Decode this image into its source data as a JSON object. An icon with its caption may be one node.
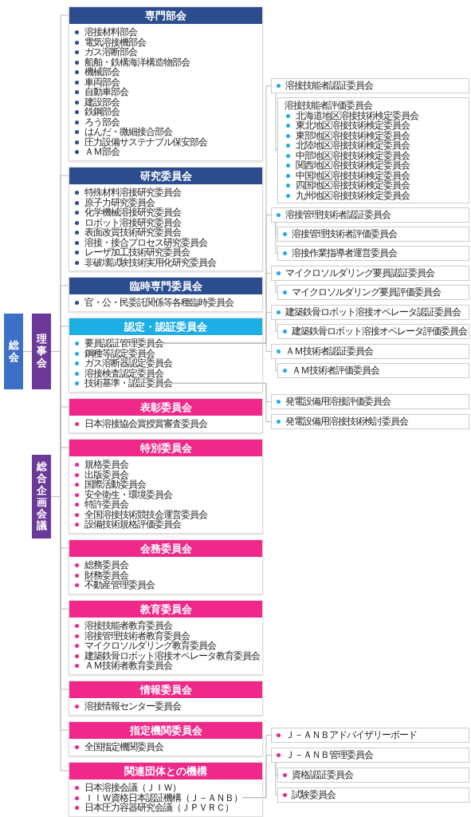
{
  "diagram": {
    "nodes": [
      {
        "text": [
          "総会"
        ]
      },
      {
        "text": [
          "理事会"
        ]
      },
      {
        "text": [
          "総合企画会議"
        ]
      },
      {
        "text": [
          "専門部会",
          "溶接材料部会",
          "電気溶接機部会",
          "ガス溶断部会",
          "船舶・鉄構海洋構造物部会",
          "機械部会",
          "車両部会",
          "自動車部会",
          "建設部会",
          "鉄鋼部会",
          "ろう部会",
          "はんだ・微細接合部会",
          "圧力設備サステナブル保安部会",
          "ＡＭ部会"
        ]
      },
      {
        "text": [
          "研究委員会",
          "特殊材料溶接研究委員会",
          "原子力研究委員会",
          "化学機械溶接研究委員会",
          "ロボット溶接研究委員会",
          "表面改質技術研究委員会",
          "溶接・接合プロセス研究委員会",
          "レーザ加工技術研究委員会",
          "非破壊試験技術実用化研究委員会"
        ]
      },
      {
        "text": [
          "臨時専門委員会",
          "官・公・民委託関係等各種臨時委員会"
        ]
      },
      {
        "text": [
          "認定・認証委員会"
        ]
      },
      {
        "text": [
          "要員認証管理委員会"
        ],
        "in": 6
      },
      {
        "text": [
          "鋼種等認定委員会"
        ],
        "in": 6
      },
      {
        "text": [
          "ガス溶断器認定委員会"
        ],
        "in": 6
      },
      {
        "text": [
          "溶接検査認定委員会"
        ],
        "in": 6
      },
      {
        "text": [
          "技術基準・認証委員会"
        ],
        "in": 6
      },
      {
        "text": [
          "表彰委員会",
          "日本溶接協会賞授賞審査委員会"
        ]
      },
      {
        "text": [
          "特別委員会",
          "規格委員会",
          "出版委員会",
          "国際活動委員会",
          "安全衛生・環境委員会",
          "特許委員会",
          "全国溶接技術競技会運営委員会",
          "設備技術規格評価委員会"
        ]
      },
      {
        "text": [
          "会務委員会",
          "総務委員会",
          "財務委員会",
          "不動産管理委員会"
        ]
      },
      {
        "text": [
          "教育委員会",
          "溶接技能者教育委員会",
          "溶接管理技術者教育委員会",
          "マイクロソルダリング教育委員会",
          "建築鉄骨ロボット溶接オペレータ教育委員会",
          "ＡＭ技術者教育委員会"
        ]
      },
      {
        "text": [
          "情報委員会",
          "溶接情報センター委員会"
        ]
      },
      {
        "text": [
          "指定機関委員会",
          "全国指定機関委員会"
        ]
      },
      {
        "text": [
          "関連団体との機構"
        ]
      },
      {
        "text": [
          "日本溶接会議（ＪＩＷ）"
        ],
        "in": 18
      },
      {
        "text": [
          "ＩＩＷ資格日本認証機構（Ｊ－ＡＮＢ）"
        ],
        "in": 18
      },
      {
        "text": [
          "日本圧力容器研究会議（ＪＰＶＲＣ）"
        ],
        "in": 18
      },
      {
        "text": [
          "溶接技能者認証委員会"
        ]
      },
      {
        "text": [
          "溶接技能者評価委員会",
          "北海道地区溶接技術検定委員会",
          "東北地区溶接技術検定委員会",
          "東部地区溶接技術検定委員会",
          "北陸地区溶接技術検定委員会",
          "中部地区溶接技術検定委員会",
          "関西地区溶接技術検定委員会",
          "中国地区溶接技術検定委員会",
          "四国地区溶接技術検定委員会",
          "九州地区溶接技術検定委員会"
        ]
      },
      {
        "text": [
          "溶接管理技術者認証委員会"
        ]
      },
      {
        "text": [
          "溶接管理技術者評価委員会"
        ]
      },
      {
        "text": [
          "溶接作業指導者運営委員会"
        ]
      },
      {
        "text": [
          "マイクロソルダリング要員認証委員会"
        ]
      },
      {
        "text": [
          "マイクロソルダリング要員評価委員会"
        ]
      },
      {
        "text": [
          "建築鉄骨ロボット溶接オペレータ認証委員会"
        ]
      },
      {
        "text": [
          "建築鉄骨ロボット溶接オペレータ評価委員会"
        ]
      },
      {
        "text": [
          "ＡＭ技術者認証委員会"
        ]
      },
      {
        "text": [
          "ＡＭ技術者評価委員会"
        ]
      },
      {
        "text": [
          "発電設備用溶接評価委員会"
        ]
      },
      {
        "text": [
          "発電設備用溶接技術検討委員会"
        ]
      },
      {
        "text": [
          "Ｊ－ＡＮＢアドバイザリーボード"
        ]
      },
      {
        "text": [
          "Ｊ－ＡＮＢ管理委員会"
        ]
      },
      {
        "text": [
          "資格認証委員会"
        ]
      },
      {
        "text": [
          "試験委員会"
        ]
      }
    ],
    "edges": [
      {
        "from": 0,
        "to": 1,
        "arrow": "none"
      },
      {
        "from": 1,
        "to": 2,
        "arrow": "none"
      },
      {
        "from": 1,
        "to": 3,
        "arrow": "none"
      },
      {
        "from": 1,
        "to": 4,
        "arrow": "none"
      },
      {
        "from": 1,
        "to": 5,
        "arrow": "none"
      },
      {
        "from": 1,
        "to": 6,
        "arrow": "none"
      },
      {
        "from": 1,
        "to": 12,
        "arrow": "none"
      },
      {
        "from": 1,
        "to": 13,
        "arrow": "none"
      },
      {
        "from": 1,
        "to": 14,
        "arrow": "none"
      },
      {
        "from": 1,
        "to": 15,
        "arrow": "none"
      },
      {
        "from": 1,
        "to": 16,
        "arrow": "none"
      },
      {
        "from": 1,
        "to": 17,
        "arrow": "none"
      },
      {
        "from": 1,
        "to": 18,
        "arrow": "none"
      },
      {
        "from": 7,
        "to": 22,
        "arrow": "none"
      },
      {
        "from": 7,
        "to": 24,
        "arrow": "none"
      },
      {
        "from": 7,
        "to": 27,
        "arrow": "none"
      },
      {
        "from": 7,
        "to": 29,
        "arrow": "none"
      },
      {
        "from": 7,
        "to": 31,
        "arrow": "none"
      },
      {
        "from": 22,
        "to": 23,
        "arrow": "none"
      },
      {
        "from": 24,
        "to": 25,
        "arrow": "none"
      },
      {
        "from": 24,
        "to": 26,
        "arrow": "none"
      },
      {
        "from": 27,
        "to": 28,
        "arrow": "none"
      },
      {
        "from": 29,
        "to": 30,
        "arrow": "none"
      },
      {
        "from": 31,
        "to": 32,
        "arrow": "none"
      },
      {
        "from": 11,
        "to": 33,
        "arrow": "none"
      },
      {
        "from": 11,
        "to": 34,
        "arrow": "none"
      },
      {
        "from": 20,
        "to": 35,
        "arrow": "none"
      },
      {
        "from": 20,
        "to": 36,
        "arrow": "none"
      },
      {
        "from": 36,
        "to": 37,
        "arrow": "none"
      },
      {
        "from": 36,
        "to": 38,
        "arrow": "none"
      }
    ]
  }
}
